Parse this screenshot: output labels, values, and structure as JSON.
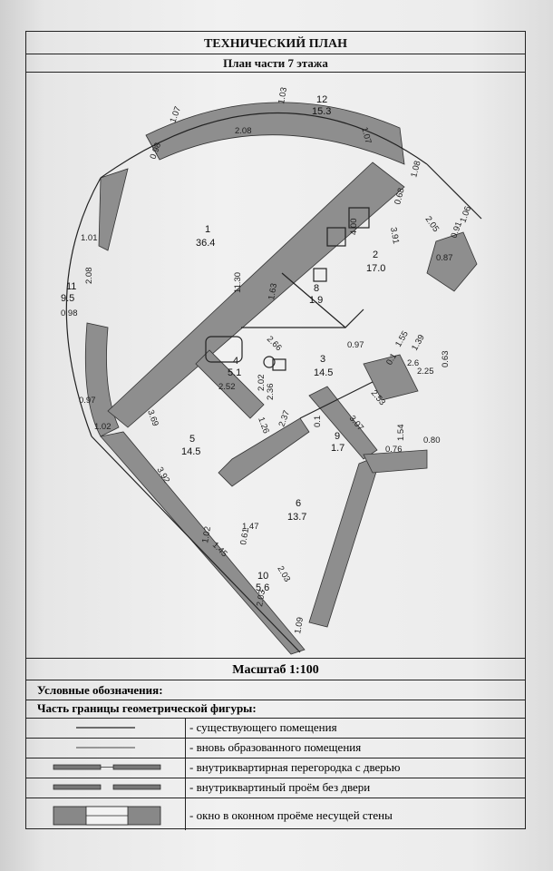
{
  "header": {
    "title": "ТЕХНИЧЕСКИЙ ПЛАН",
    "subtitle": "План части 7 этажа"
  },
  "plan": {
    "rooms": [
      {
        "number": "1",
        "area": "36.4"
      },
      {
        "number": "2",
        "area": "17.0"
      },
      {
        "number": "3",
        "area": "14.5"
      },
      {
        "number": "4",
        "area": "5.1"
      },
      {
        "number": "5",
        "area": "14.5"
      },
      {
        "number": "6",
        "area": "13.7"
      },
      {
        "number": "8",
        "area": "1.9"
      },
      {
        "number": "9",
        "area": "1.7"
      },
      {
        "number": "10",
        "area": "5.6"
      },
      {
        "number": "11",
        "area": "9.5"
      },
      {
        "number": "12",
        "area": "15.3"
      }
    ],
    "dimensions": [
      "1.03",
      "1.07",
      "1.07",
      "2.08",
      "0.98",
      "1.08",
      "0.68",
      "2.05",
      "1.06",
      "0.91",
      "0.87",
      "4.00",
      "3.91",
      "1.01",
      "2.08",
      "0.98",
      "11.30",
      "1.63",
      "0.97",
      "1.55",
      "1.39",
      "2.6",
      "0.63",
      "2.25",
      "0.1",
      "2.66",
      "2.02",
      "2.52",
      "2.36",
      "2.53",
      "0.97",
      "3.69",
      "1.26",
      "2.37",
      "3.07",
      "1.54",
      "0.76",
      "0.80",
      "1.02",
      "3.92",
      "1.47",
      "1.02",
      "1.45",
      "0.61",
      "2.03",
      "2.03",
      "1.09",
      "0.1"
    ]
  },
  "scale_label": "Масштаб 1:100",
  "legend": {
    "title": "Условные обозначения:",
    "subtitle": "Часть границы геометрической фигуры:",
    "items": [
      {
        "label": "- существующего помещения"
      },
      {
        "label": "- вновь образованного помещения"
      },
      {
        "label": "- внутриквартирная перегородка с дверью"
      },
      {
        "label": "- внутриквартиный проём без двери"
      },
      {
        "label": "- окно в оконном проёме несущей стены"
      }
    ]
  }
}
